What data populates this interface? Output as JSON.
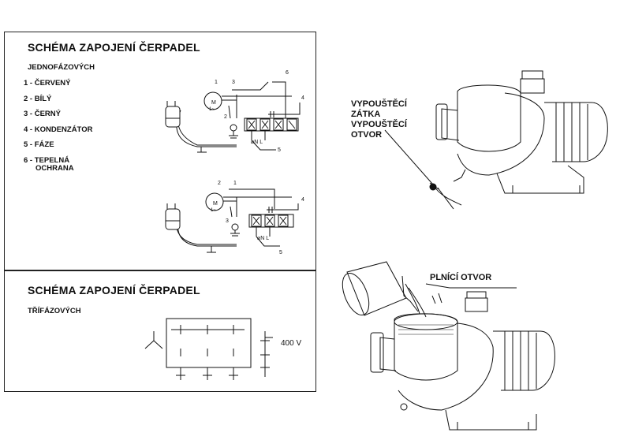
{
  "single_phase": {
    "title": "SCHÉMA ZAPOJENÍ ČERPADEL",
    "subtitle": "JEDNOFÁZOVÝCH",
    "legend": [
      {
        "text": "1 - ČERVENÝ"
      },
      {
        "text": "2 - BÍLÝ"
      },
      {
        "text": "3 - ČERNÝ"
      },
      {
        "text": "4 - KONDENZÁTOR"
      },
      {
        "text": "5 - FÁZE"
      },
      {
        "text": "6 - TEPELNÁ",
        "cont": "OCHRANA"
      }
    ],
    "diagram_labels": {
      "n1": "1",
      "n2": "2",
      "n3": "3",
      "n4": "4",
      "n5": "5",
      "n6": "6",
      "motor": "M",
      "motor_sub": "1~",
      "terminals": "⌀N  L"
    }
  },
  "three_phase": {
    "title": "SCHÉMA ZAPOJENÍ ČERPADEL",
    "subtitle": "TŘÍFÁZOVÝCH",
    "voltage": "400 V"
  },
  "pump_drain": {
    "callout": "VYPOUŠTĚCÍ\nZÁTKA\nVYPOUŠTĚCÍ\nOTVOR"
  },
  "pump_fill": {
    "callout": "PLNÍCÍ OTVOR"
  }
}
